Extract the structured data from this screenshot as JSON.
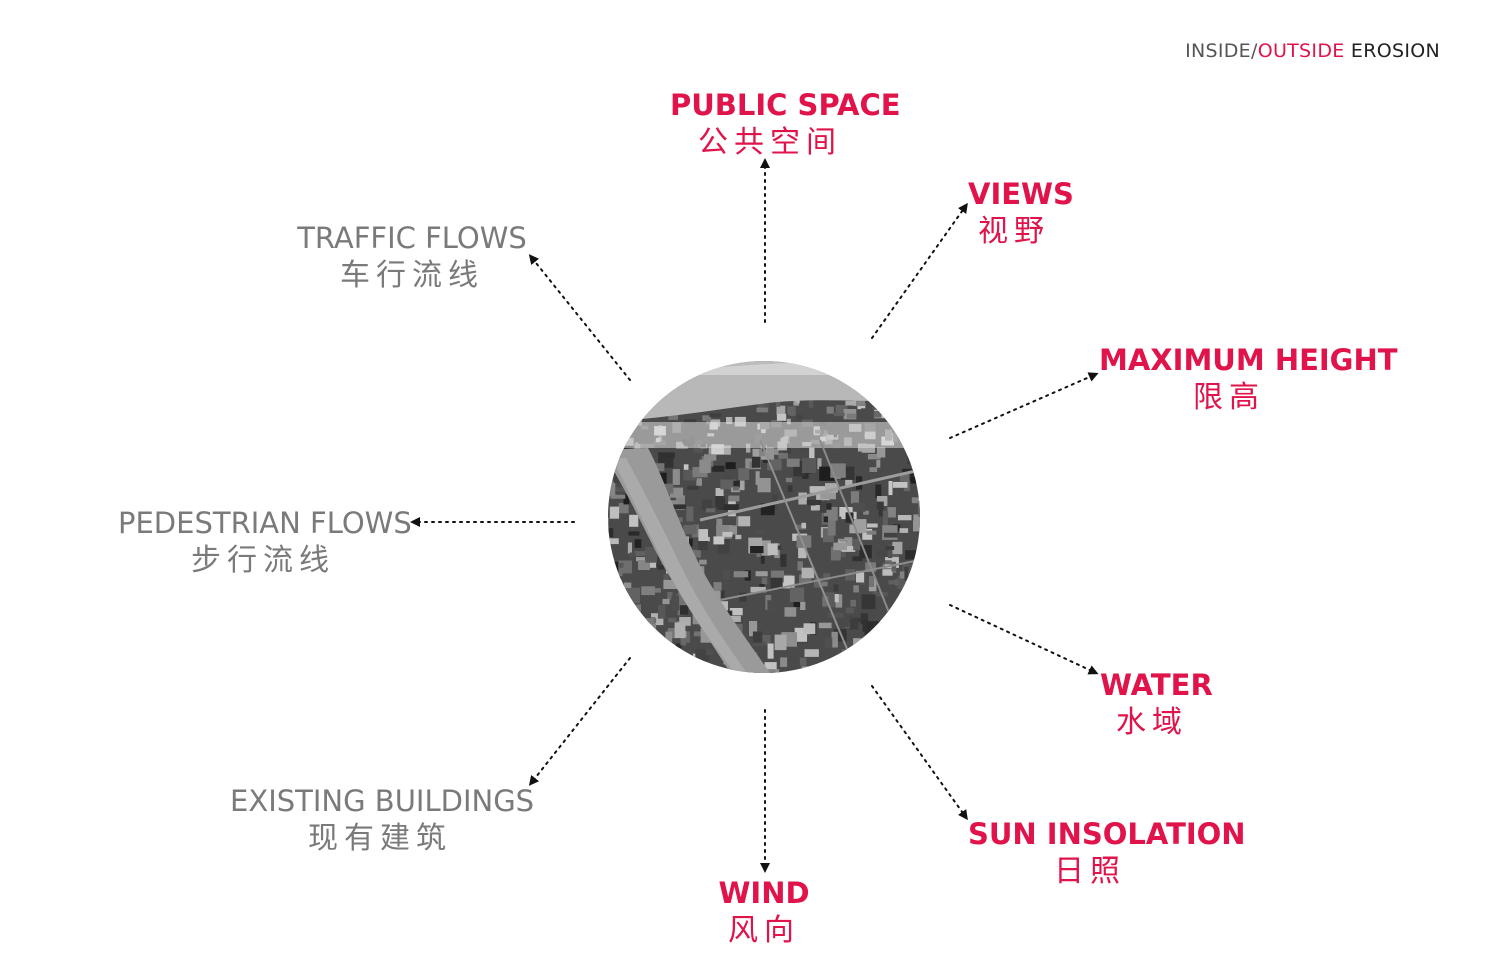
{
  "header": {
    "title_inside": "INSIDE",
    "title_slash": "/",
    "title_outside": "OUTSIDE",
    "title_erosion": "EROSION"
  },
  "colors": {
    "accent": "#e0134a",
    "muted": "#7a7a7a",
    "arrow": "#111111"
  },
  "factors": [
    {
      "id": "public-space",
      "en": "PUBLIC SPACE",
      "cn": "公共空间",
      "group": "red"
    },
    {
      "id": "views",
      "en": "VIEWS",
      "cn": "视野",
      "group": "red"
    },
    {
      "id": "maximum-height",
      "en": "MAXIMUM HEIGHT",
      "cn": "限高",
      "group": "red"
    },
    {
      "id": "water",
      "en": "WATER",
      "cn": "水域",
      "group": "red"
    },
    {
      "id": "sun-insolation",
      "en": "SUN INSOLATION",
      "cn": "日照",
      "group": "red"
    },
    {
      "id": "wind",
      "en": "WIND",
      "cn": "风向",
      "group": "red"
    },
    {
      "id": "existing-buildings",
      "en": "EXISTING BUILDINGS",
      "cn": "现有建筑",
      "group": "grey"
    },
    {
      "id": "pedestrian-flows",
      "en": "PEDESTRIAN FLOWS",
      "cn": "步行流线",
      "group": "grey"
    },
    {
      "id": "traffic-flows",
      "en": "TRAFFIC FLOWS",
      "cn": "车行流线",
      "group": "grey"
    }
  ]
}
